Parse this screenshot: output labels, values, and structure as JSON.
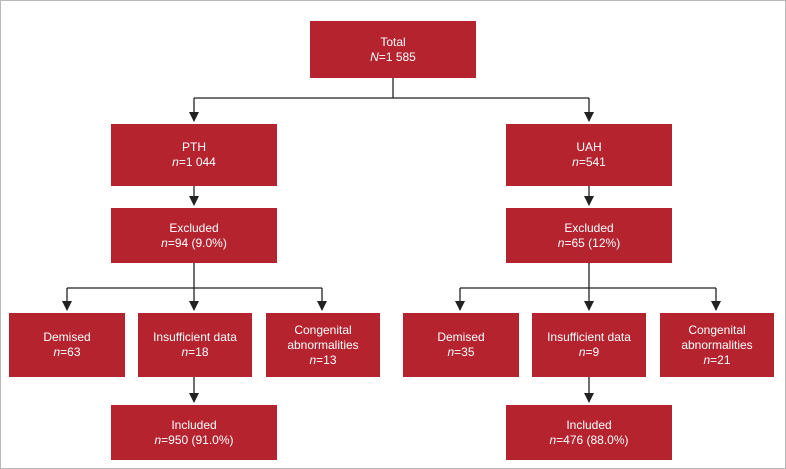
{
  "colors": {
    "box_fill": "#b5232f",
    "box_text": "#ffffff",
    "line": "#222222",
    "frame": "#b9b9b9"
  },
  "nodes": {
    "total": {
      "title": "Total",
      "var": "N",
      "value": "=1 585"
    },
    "pth": {
      "title": "PTH",
      "var": "n",
      "value": "=1 044"
    },
    "pth_excluded": {
      "title": "Excluded",
      "var": "n",
      "value": "=94 (9.0%)"
    },
    "pth_demised": {
      "title": "Demised",
      "var": "n",
      "value": "=63"
    },
    "pth_insuff": {
      "title": "Insufficient data",
      "var": "n",
      "value": "=18"
    },
    "pth_congenital": {
      "title": "Congenital abnormalities",
      "var": "n",
      "value": "=13"
    },
    "pth_included": {
      "title": "Included",
      "var": "n",
      "value": "=950 (91.0%)"
    },
    "uah": {
      "title": "UAH",
      "var": "n",
      "value": "=541"
    },
    "uah_excluded": {
      "title": "Excluded",
      "var": "n",
      "value": "=65 (12%)"
    },
    "uah_demised": {
      "title": "Demised",
      "var": "n",
      "value": "=35"
    },
    "uah_insuff": {
      "title": "Insufficient data",
      "var": "n",
      "value": "=9"
    },
    "uah_congenital": {
      "title": "Congenital abnormalities",
      "var": "n",
      "value": "=21"
    },
    "uah_included": {
      "title": "Included",
      "var": "n",
      "value": "=476 (88.0%)"
    }
  }
}
